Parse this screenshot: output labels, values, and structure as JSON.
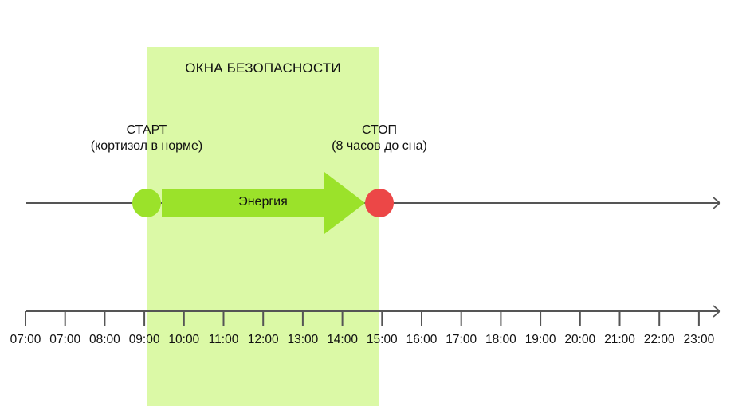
{
  "diagram": {
    "zone": {
      "title": "ОКНА БЕЗОПАСНОСТИ",
      "color": "#dbf9a6"
    },
    "start": {
      "title": "СТАРТ",
      "subtitle": "(кортизол в норме)",
      "color": "#9be22a"
    },
    "stop": {
      "title": "СТОП",
      "subtitle": "(8 часов до сна)",
      "color": "#ec4747"
    },
    "arrow": {
      "label": "Энергия",
      "color": "#9be22a"
    },
    "timeline": {
      "ticks": [
        "07:00",
        "07:00",
        "08:00",
        "09:00",
        "10:00",
        "11:00",
        "12:00",
        "13:00",
        "14:00",
        "15:00",
        "16:00",
        "17:00",
        "18:00",
        "19:00",
        "20:00",
        "21:00",
        "22:00",
        "23:00"
      ],
      "line_color": "#555555"
    }
  }
}
